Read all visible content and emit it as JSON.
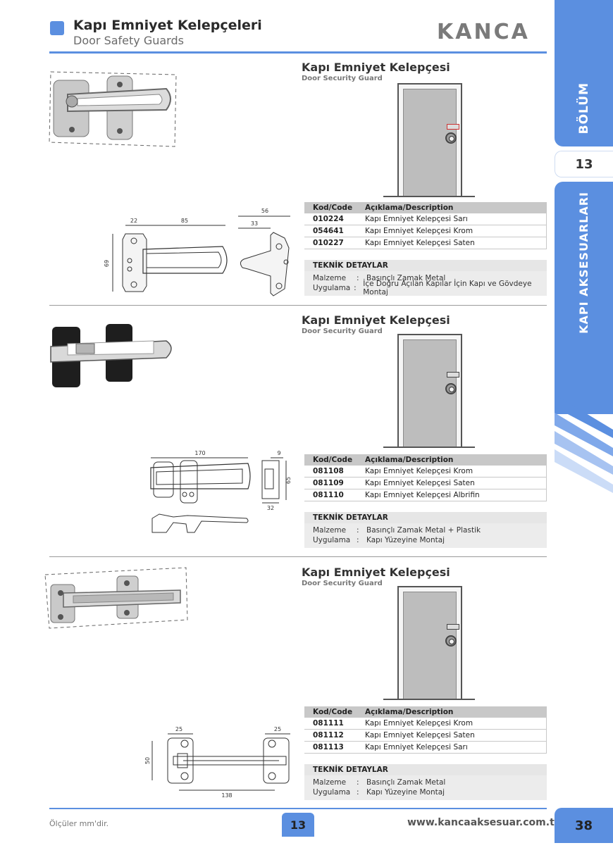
{
  "header": {
    "title": "Kapı Emniyet Kelepçeleri",
    "subtitle": "Door Safety Guards",
    "logo": "KANCA",
    "accent_color": "#5b8fe0"
  },
  "sidebar": {
    "section_word": "BÖLÜM",
    "section_number": "13",
    "category": "KAPI AKSESUARLARI"
  },
  "table_headers": {
    "code": "Kod/Code",
    "description": "Açıklama/Description",
    "tech_title": "TEKNİK DETAYLAR",
    "material_label": "Malzeme",
    "usage_label": "Uygulama",
    "colon": ":"
  },
  "products": [
    {
      "title": "Kapı Emniyet Kelepçesi",
      "subtitle": "Door Security Guard",
      "rows": [
        {
          "code": "010224",
          "desc": "Kapı Emniyet Kelepçesi Sarı"
        },
        {
          "code": "054641",
          "desc": "Kapı Emniyet Kelepçesi Krom"
        },
        {
          "code": "010227",
          "desc": "Kapı Emniyet Kelepçesi Saten"
        }
      ],
      "material": "Basınçlı Zamak Metal",
      "usage": "İçe Doğru Açılan Kapılar İçin Kapı ve Gövdeye Montaj",
      "dimensions": {
        "d1": "22",
        "d2": "85",
        "d3": "56",
        "d4": "33",
        "d5": "69"
      }
    },
    {
      "title": "Kapı Emniyet Kelepçesi",
      "subtitle": "Door Security Guard",
      "rows": [
        {
          "code": "081108",
          "desc": "Kapı Emniyet Kelepçesi Krom"
        },
        {
          "code": "081109",
          "desc": "Kapı Emniyet Kelepçesi Saten"
        },
        {
          "code": "081110",
          "desc": "Kapı Emniyet Kelepçesi Albrifin"
        }
      ],
      "material": "Basınçlı Zamak Metal + Plastik",
      "usage": "Kapı Yüzeyine Montaj",
      "dimensions": {
        "d1": "170",
        "d2": "9",
        "d3": "65",
        "d4": "32"
      }
    },
    {
      "title": "Kapı Emniyet Kelepçesi",
      "subtitle": "Door Security Guard",
      "rows": [
        {
          "code": "081111",
          "desc": "Kapı Emniyet Kelepçesi Krom"
        },
        {
          "code": "081112",
          "desc": "Kapı Emniyet Kelepçesi Saten"
        },
        {
          "code": "081113",
          "desc": "Kapı Emniyet Kelepçesi Sarı"
        }
      ],
      "material": "Basınçlı Zamak Metal",
      "usage": "Kapı Yüzeyine Montaj",
      "dimensions": {
        "d1": "25",
        "d2": "25",
        "d3": "50",
        "d4": "138"
      }
    }
  ],
  "footer": {
    "note": "Ölçüler mm'dir.",
    "section_number": "13",
    "url": "www.kancaaksesuar.com.tr",
    "page_number": "38"
  }
}
